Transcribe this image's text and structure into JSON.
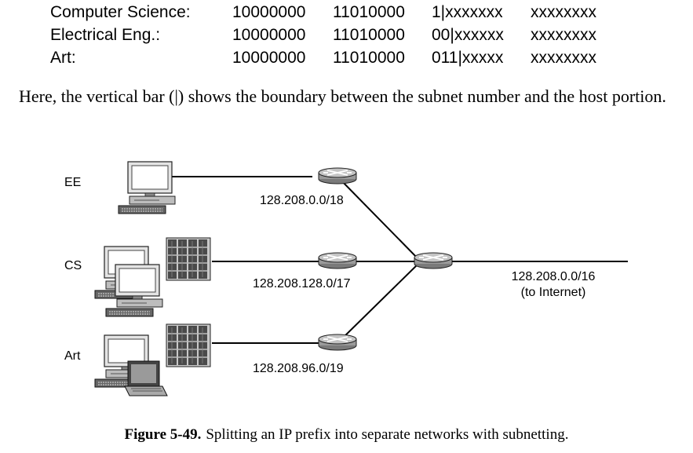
{
  "address_table": {
    "rows": [
      {
        "label": "Computer Science:",
        "octets": [
          "10000000",
          "11010000",
          "1|xxxxxxx",
          "xxxxxxxx"
        ]
      },
      {
        "label": "Electrical Eng.:",
        "octets": [
          "10000000",
          "11010000",
          "00|xxxxxx",
          "xxxxxxxx"
        ]
      },
      {
        "label": "Art:",
        "octets": [
          "10000000",
          "11010000",
          "011|xxxxx",
          "xxxxxxxx"
        ]
      }
    ]
  },
  "paragraph": "Here, the vertical bar (|) shows the boundary between the subnet number and the host portion.",
  "figure": {
    "hosts": {
      "ee": "EE",
      "cs": "CS",
      "art": "Art"
    },
    "prefixes": {
      "ee": "128.208.0.0/18",
      "cs": "128.208.128.0/17",
      "art": "128.208.96.0/19",
      "main": "128.208.0.0/16",
      "main_note": "(to Internet)"
    },
    "icons": [
      "router-icon",
      "desktop-computer-icon",
      "server-rack-icon",
      "laptop-icon"
    ]
  },
  "caption": {
    "number": "Figure 5-49.",
    "text": "Splitting an IP prefix into separate networks with subnetting."
  }
}
